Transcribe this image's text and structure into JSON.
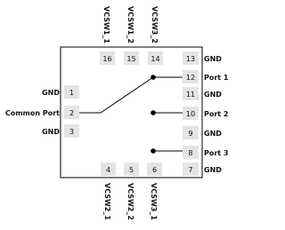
{
  "pins": [
    {
      "num": "1",
      "label": "GND"
    },
    {
      "num": "2",
      "label": "Common Port"
    },
    {
      "num": "3",
      "label": "GND"
    },
    {
      "num": "4",
      "label": "VCSW2_1"
    },
    {
      "num": "5",
      "label": "VCSW2_2"
    },
    {
      "num": "6",
      "label": "VCSW3_1"
    },
    {
      "num": "7",
      "label": "GND"
    },
    {
      "num": "8",
      "label": "Port 3"
    },
    {
      "num": "9",
      "label": "GND"
    },
    {
      "num": "10",
      "label": "Port 2"
    },
    {
      "num": "11",
      "label": "GND"
    },
    {
      "num": "12",
      "label": "Port 1"
    },
    {
      "num": "13",
      "label": "GND"
    },
    {
      "num": "14",
      "label": "VCSW3_2"
    },
    {
      "num": "15",
      "label": "VCSW1_2"
    },
    {
      "num": "16",
      "label": "VCSW1_1"
    }
  ]
}
